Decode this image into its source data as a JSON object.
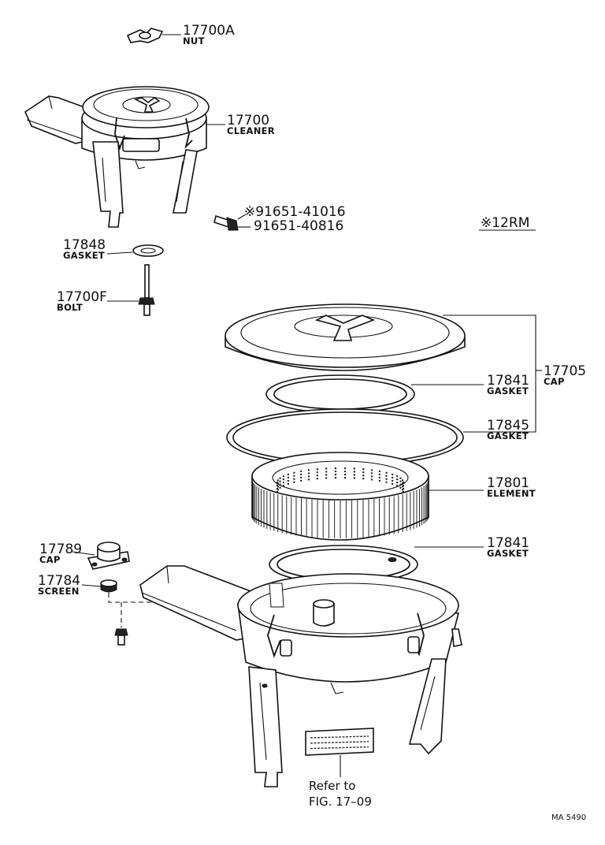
{
  "labels": {
    "nut_num": "17700A",
    "nut_name": "NUT",
    "cleaner_num": "17700",
    "cleaner_name": "CLEANER",
    "screw_alt": "※91651-41016",
    "screw_std": "91651-40816",
    "model_note": "※12RM",
    "gasket_17848_num": "17848",
    "gasket_17848_name": "GASKET",
    "bolt_num": "17700F",
    "bolt_name": "BOLT",
    "gasket_17841_top_num": "17841",
    "gasket_17841_top_name": "GASKET",
    "cap_17705_num": "17705",
    "cap_17705_name": "CAP",
    "gasket_17845_num": "17845",
    "gasket_17845_name": "GASKET",
    "element_num": "17801",
    "element_name": "ELEMENT",
    "gasket_17841_bot_num": "17841",
    "gasket_17841_bot_name": "GASKET",
    "cap_17789_num": "17789",
    "cap_17789_name": "CAP",
    "screen_num": "17784",
    "screen_name": "SCREEN",
    "refer_line1": "Refer to",
    "refer_line2": "FIG. 17–09",
    "figure_code": "MA 5490"
  }
}
